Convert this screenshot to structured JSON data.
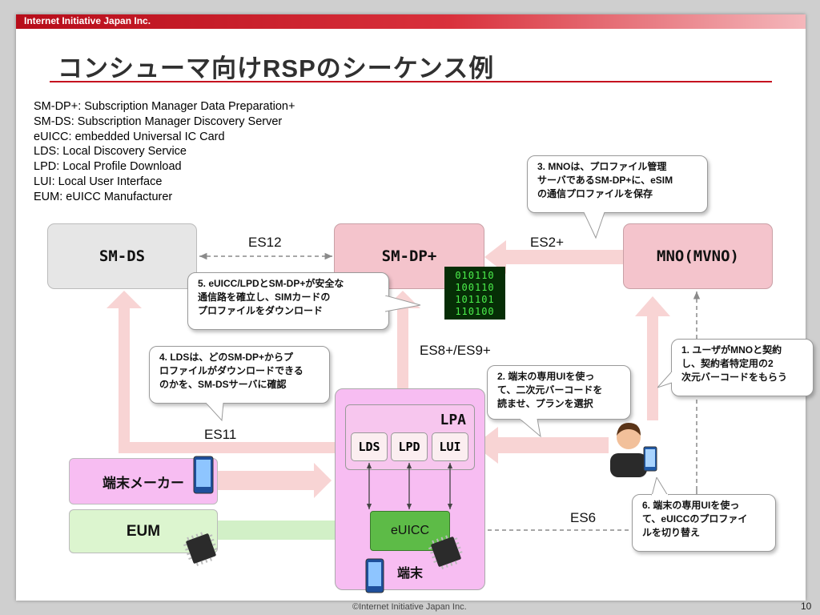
{
  "header": {
    "company": "Internet Initiative Japan Inc.",
    "title": "コンシューマ向けRSPのシーケンス例"
  },
  "glossary": [
    "SM-DP+: Subscription Manager Data Preparation+",
    "SM-DS: Subscription Manager Discovery Server",
    "eUICC: embedded Universal IC Card",
    "LDS: Local Discovery Service",
    "LPD: Local Profile Download",
    "LUI: Local User Interface",
    "EUM: eUICC Manufacturer"
  ],
  "nodes": {
    "smds": "SM-DS",
    "smdp": "SM-DP+",
    "mno": "MNO(MVNO)",
    "maker": "端末メーカー",
    "eum": "EUM",
    "lpa": "LPA",
    "lds": "LDS",
    "lpd": "LPD",
    "lui": "LUI",
    "euicc": "eUICC",
    "device": "端末"
  },
  "interfaces": {
    "es12": "ES12",
    "es2": "ES2+",
    "es8": "ES8+/ES9+",
    "es11": "ES11",
    "es6": "ES6"
  },
  "steps": {
    "s1": [
      "1. ユーザがMNOと契約",
      "し、契約者特定用の2",
      "次元バーコードをもらう"
    ],
    "s2": [
      "2. 端末の専用UIを使っ",
      "て、二次元バーコードを",
      "読ませ、プランを選択"
    ],
    "s3": [
      "3. MNOは、プロファイル管理",
      "サーバであるSM-DP+に、eSIM",
      "の通信プロファイルを保存"
    ],
    "s4": [
      "4. LDSは、どのSM-DP+からプ",
      "ロファイルがダウンロードできる",
      "のかを、SM-DSサーバに確認"
    ],
    "s5": [
      "5. eUICC/LPDとSM-DP+が安全な",
      "通信路を確立し、SIMカードの",
      "プロファイルをダウンロード"
    ],
    "s6": [
      "6. 端末の専用UIを使っ",
      "て、eUICCのプロファイ",
      "ルを切り替え"
    ]
  },
  "binary_digits": [
    "010110",
    "100110",
    "101101",
    "110100"
  ],
  "footer": {
    "copyright": "©Internet Initiative Japan Inc.",
    "page": "10"
  },
  "colors": {
    "brand_red": "#c5121f",
    "server_grey": "#e6e6e6",
    "server_pink": "#f4c4cc",
    "device_pink": "#f7bdf2",
    "eum_green": "#dcf5cf",
    "euicc_green": "#5dbb47",
    "flow_arrow_pink": "#f8d4d4",
    "flow_arrow_green": "#d2f0c7"
  }
}
